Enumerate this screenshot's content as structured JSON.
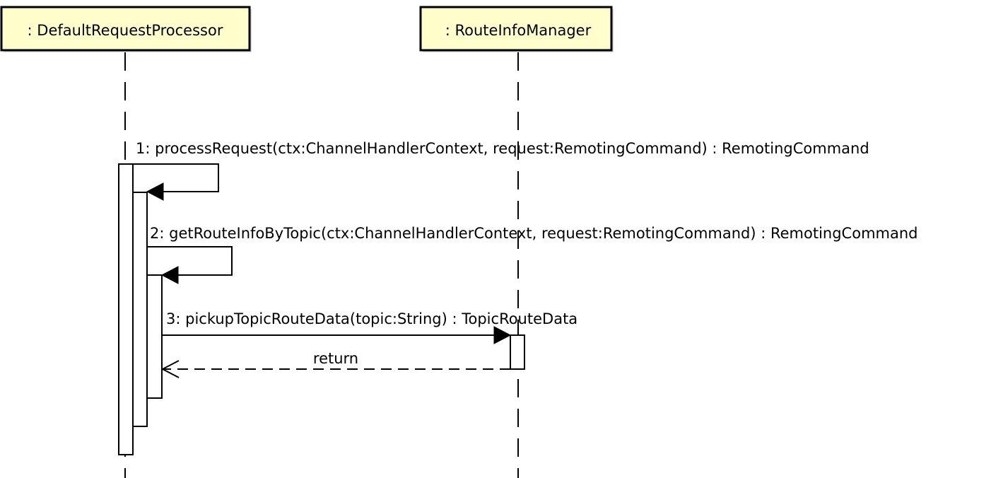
{
  "lifelines": [
    {
      "id": "drp",
      "title": ": DefaultRequestProcessor"
    },
    {
      "id": "rim",
      "title": ": RouteInfoManager"
    }
  ],
  "messages": [
    {
      "id": "m1",
      "label": "1: processRequest(ctx:ChannelHandlerContext, request:RemotingCommand) : RemotingCommand"
    },
    {
      "id": "m2",
      "label": "2: getRouteInfoByTopic(ctx:ChannelHandlerContext, request:RemotingCommand) : RemotingCommand"
    },
    {
      "id": "m3",
      "label": "3: pickupTopicRouteData(topic:String) : TopicRouteData"
    },
    {
      "id": "r3",
      "label": "return"
    }
  ],
  "colors": {
    "lifeline_fill": "#ffffcc",
    "lifeline_border": "#000000",
    "activation_fill": "#ffffff",
    "line": "#000000"
  }
}
